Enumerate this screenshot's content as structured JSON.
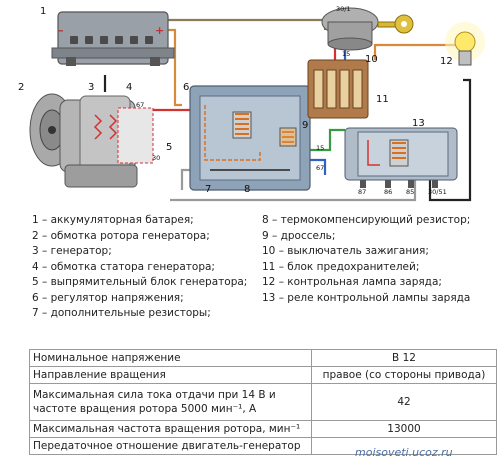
{
  "diagram": {
    "callouts": [
      "1",
      "2",
      "3",
      "4",
      "5",
      "6",
      "7",
      "8",
      "9",
      "10",
      "11",
      "12",
      "13"
    ],
    "terminals": {
      "t30_1": "30/1",
      "t15_top": "15",
      "t67_gen": "67",
      "t15_reg": "15",
      "t67_reg": "67",
      "t87": "87",
      "t86": "86",
      "t85": "85",
      "t30_51": "30/51",
      "t30": "30"
    }
  },
  "legend": {
    "left": [
      "1 – аккумуляторная батарея;",
      "2 – обмотка ротора генератора;",
      "3 – генератор;",
      "4 – обмотка статора генератора;",
      "5 – выпрямительный блок генератора;",
      "6 – регулятор напряжения;",
      "7 – дополнительные резисторы;"
    ],
    "right": [
      "8 – термокомпенсирующий резистор;",
      "9 – дроссель;",
      "10 – выключатель зажигания;",
      "11 – блок предохранителей;",
      "12 – контрольная лампа заряда;",
      "13 – реле контрольной лампы заряда"
    ]
  },
  "specs": [
    {
      "label": "Номинальное напряжение",
      "value": "В 12"
    },
    {
      "label": "Направление вращения",
      "value": "правое (со стороны привода)"
    },
    {
      "label": "Максимальная сила тока отдачи при 14 В и частоте вращения ротора 5000 мин⁻¹, А",
      "value": "42"
    },
    {
      "label": "Максимальная частота вращения ротора, мин⁻¹",
      "value": "13000"
    },
    {
      "label": "Передаточное отношение двигатель-генератор",
      "value": ""
    }
  ],
  "watermark": "moisoveti.ucoz.ru"
}
